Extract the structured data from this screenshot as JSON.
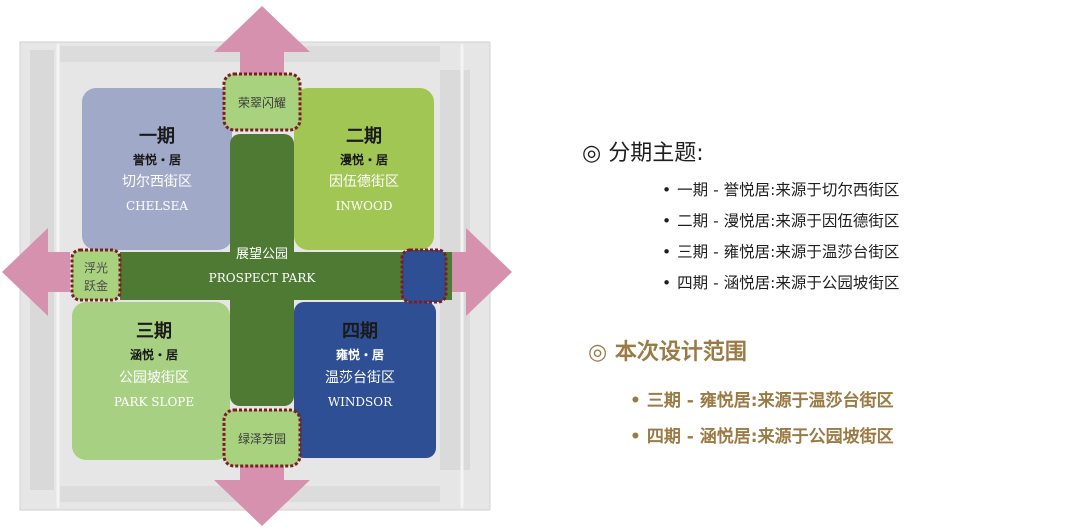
{
  "center": {
    "name_cn": "展望公园",
    "name_en": "PROSPECT PARK"
  },
  "phases": [
    {
      "phase": "一期",
      "theme": "誉悦・居",
      "district_cn": "切尔西街区",
      "district_en": "CHELSEA"
    },
    {
      "phase": "二期",
      "theme": "漫悦・居",
      "district_cn": "因伍德街区",
      "district_en": "INWOOD"
    },
    {
      "phase": "三期",
      "theme": "涵悦・居",
      "district_cn": "公园坡街区",
      "district_en": "PARK SLOPE"
    },
    {
      "phase": "四期",
      "theme": "雍悦・居",
      "district_cn": "温莎台街区",
      "district_en": "WINDSOR"
    }
  ],
  "nodes": {
    "top": "荣翠闪耀",
    "left_line1": "浮光",
    "left_line2": "跃金",
    "right_line1": "",
    "right_line2": "",
    "bottom": "绿泽芳园"
  },
  "colors": {
    "phase1": "#a0aac8",
    "phase2": "#a2c653",
    "phase3": "#a8d082",
    "phase4": "#2e4f94",
    "park": "#4e7a34",
    "arrow": "#d591ad",
    "node_border": "#7c1d24",
    "gold": "#9b7b45"
  },
  "panel": {
    "heading1": "◎ 分期主题:",
    "themes": [
      "一期 - 誉悦居:来源于切尔西街区",
      "二期 - 漫悦居:来源于因伍德街区",
      "三期 - 雍悦居:来源于温莎台街区",
      "四期 - 涵悦居:来源于公园坡街区"
    ],
    "heading2": "◎ 本次设计范围",
    "scope": [
      "三期 - 雍悦居:来源于温莎台街区",
      "四期 - 涵悦居:来源于公园坡街区"
    ]
  }
}
